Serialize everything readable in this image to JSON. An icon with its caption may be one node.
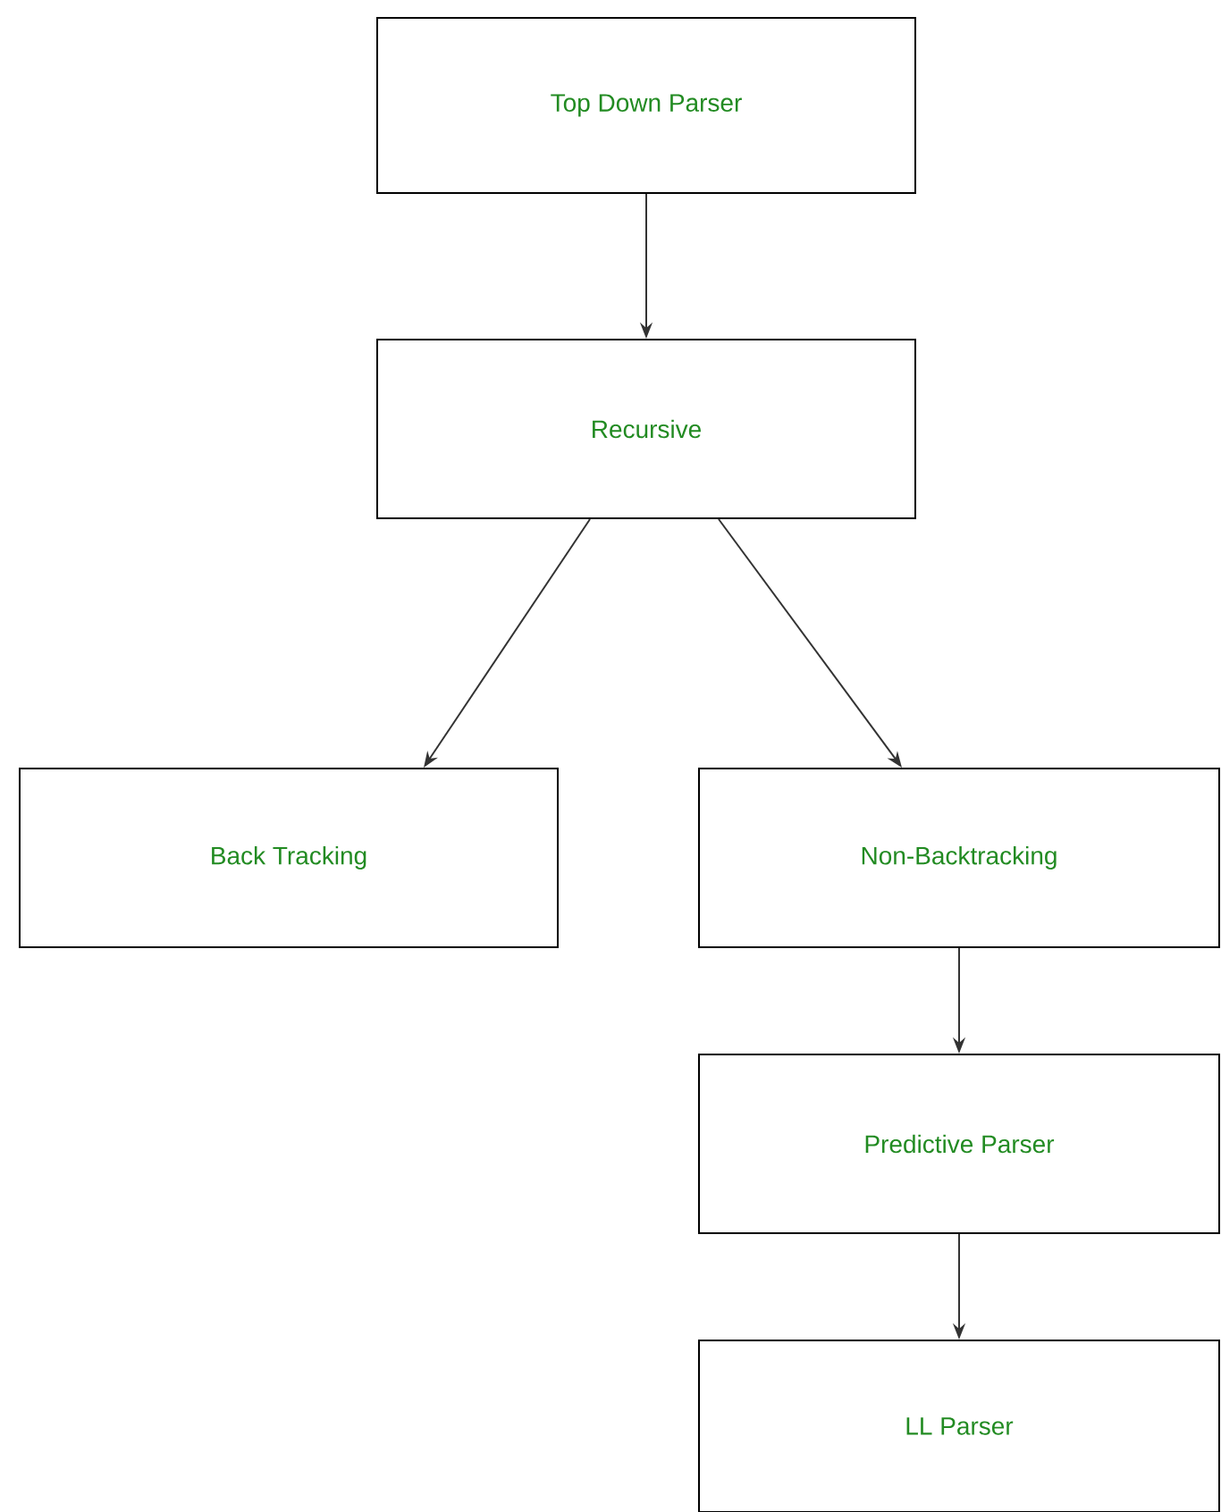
{
  "diagram": {
    "nodes": [
      {
        "text": [
          "Top Down Parser"
        ]
      },
      {
        "text": [
          "Recursive"
        ]
      },
      {
        "text": [
          "Back Tracking"
        ]
      },
      {
        "text": [
          "Non-Backtracking"
        ]
      },
      {
        "text": [
          "Predictive Parser"
        ]
      },
      {
        "text": [
          "LL Parser"
        ]
      }
    ],
    "edges": [
      {
        "from": 0,
        "to": 1,
        "arrow": "to"
      },
      {
        "from": 1,
        "to": 2,
        "arrow": "to"
      },
      {
        "from": 1,
        "to": 3,
        "arrow": "to"
      },
      {
        "from": 3,
        "to": 4,
        "arrow": "to"
      },
      {
        "from": 4,
        "to": 5,
        "arrow": "to"
      }
    ]
  }
}
